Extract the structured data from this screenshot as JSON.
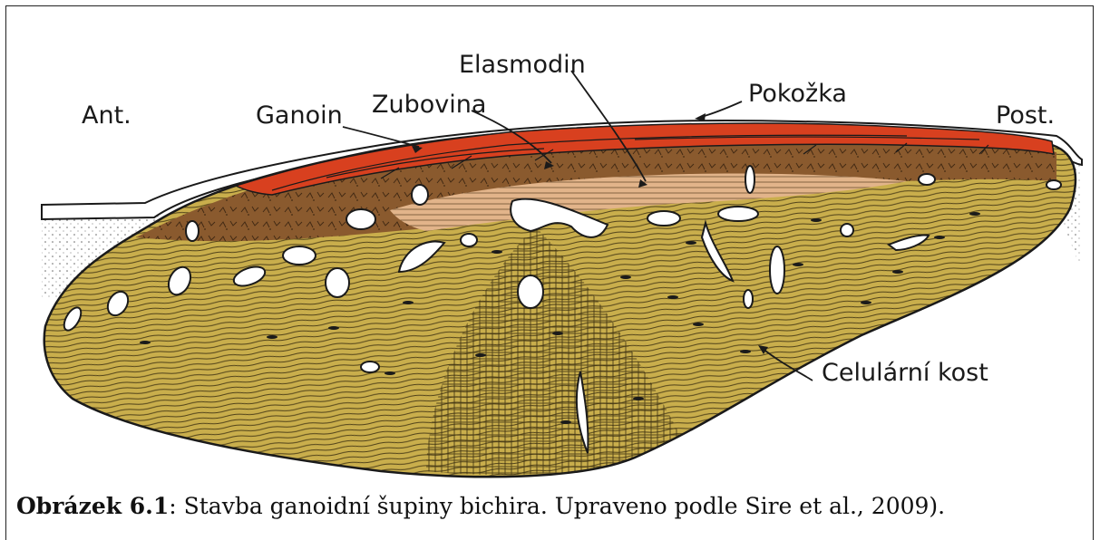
{
  "labels": {
    "anterior": "Ant.",
    "posterior": "Post.",
    "ganoin": "Ganoin",
    "dentine": "Zubovina",
    "elasmodine": "Elasmodin",
    "epidermis": "Pokožka",
    "cellular_bone": "Celulární kost"
  },
  "caption": {
    "label": "Obrázek 6.1",
    "text": ": Stavba ganoidní šupiny bichira. Upraveno podle Sire et al., 2009)."
  },
  "colors": {
    "ganoin": "#d8401f",
    "dentine": "#8a5a2e",
    "elasmodine": "#e2b48a",
    "cellular_bone": "#c9ae4c",
    "epidermis": "#ffffff"
  }
}
